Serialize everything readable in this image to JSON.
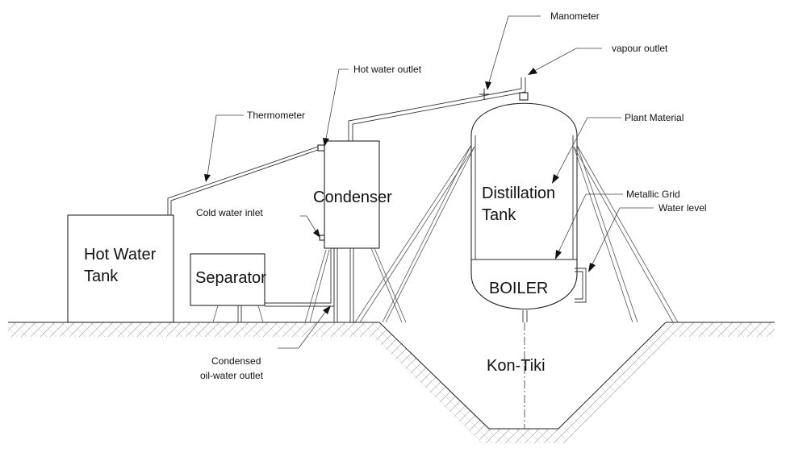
{
  "labels": {
    "hot_water_tank_line1": "Hot Water",
    "hot_water_tank_line2": "Tank",
    "separator": "Separator",
    "condenser": "Condenser",
    "distillation_tank_line1": "Distillation",
    "distillation_tank_line2": "Tank",
    "boiler": "BOILER",
    "kon_tiki": "Kon-Tiki"
  },
  "callouts": {
    "manometer": "Manometer",
    "vapour_outlet": "vapour outlet",
    "hot_water_outlet": "Hot water outlet",
    "thermometer": "Thermometer",
    "plant_material": "Plant Material",
    "metallic_grid": "Metallic Grid",
    "water_level": "Water level",
    "cold_water_inlet": "Cold water inlet",
    "condensed_line1": "Condensed",
    "condensed_line2": "oil-water outlet"
  }
}
